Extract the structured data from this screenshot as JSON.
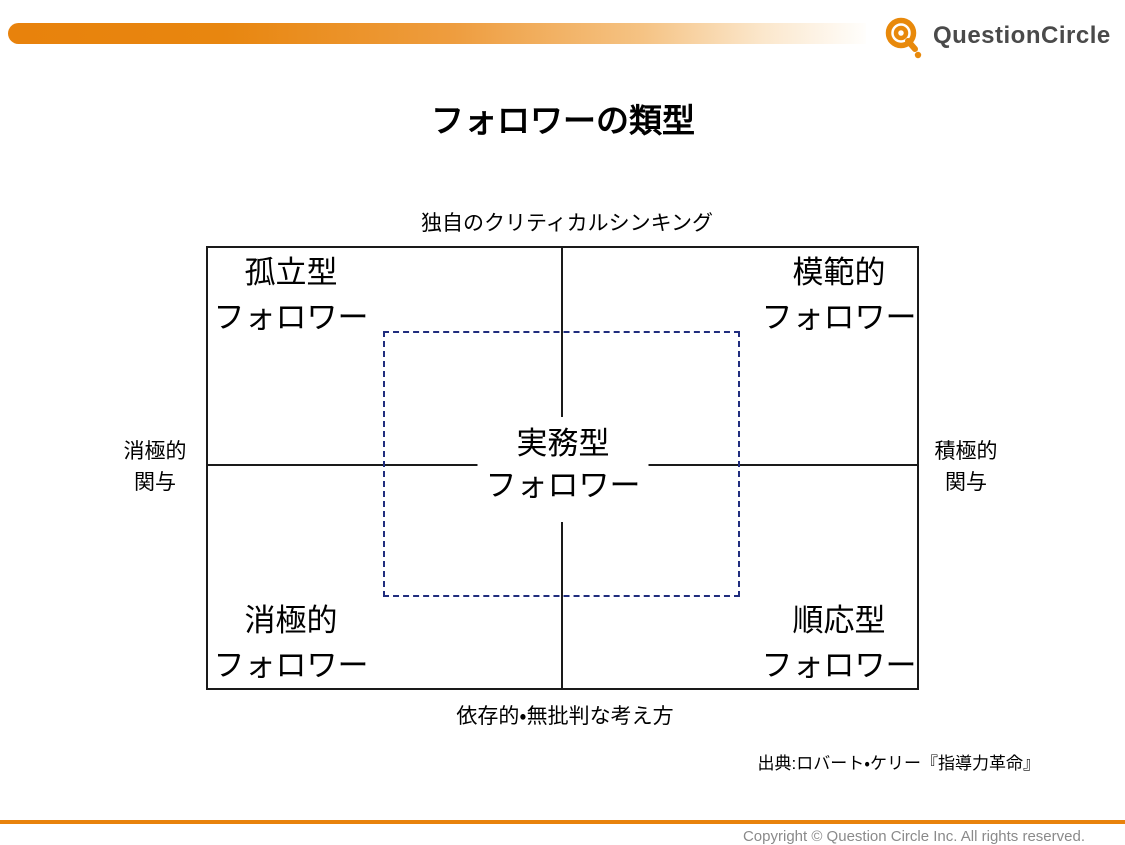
{
  "header": {
    "brand": "QuestionCircle",
    "accent_color": "#E8820C",
    "logo_q_color": "#E8890B",
    "logo_text_color": "#4A4A4A"
  },
  "title": "フォロワーの類型",
  "matrix": {
    "axis_top": "独自のクリティカルシンキング",
    "axis_bottom": "依存的・無批判な考え方",
    "axis_left": {
      "line1": "消極的",
      "line2": "関与"
    },
    "axis_right": {
      "line1": "積極的",
      "line2": "関与"
    },
    "quadrants": {
      "top_left": {
        "line1": "孤立型",
        "line2": "フォロワー"
      },
      "top_right": {
        "line1": "模範的",
        "line2": "フォロワー"
      },
      "bottom_left": {
        "line1": "消極的",
        "line2": "フォロワー"
      },
      "bottom_right": {
        "line1": "順応型",
        "line2": "フォロワー"
      },
      "center": {
        "line1": "実務型",
        "line2": "フォロワー"
      }
    },
    "dashed_box_color": "#202D7E",
    "line_color": "#1a1a1a"
  },
  "source": "出典:ロバート・ケリー『指導力革命』",
  "footer": {
    "line_color": "#E8820C",
    "copyright": "Copyright © Question Circle Inc. All rights reserved."
  }
}
